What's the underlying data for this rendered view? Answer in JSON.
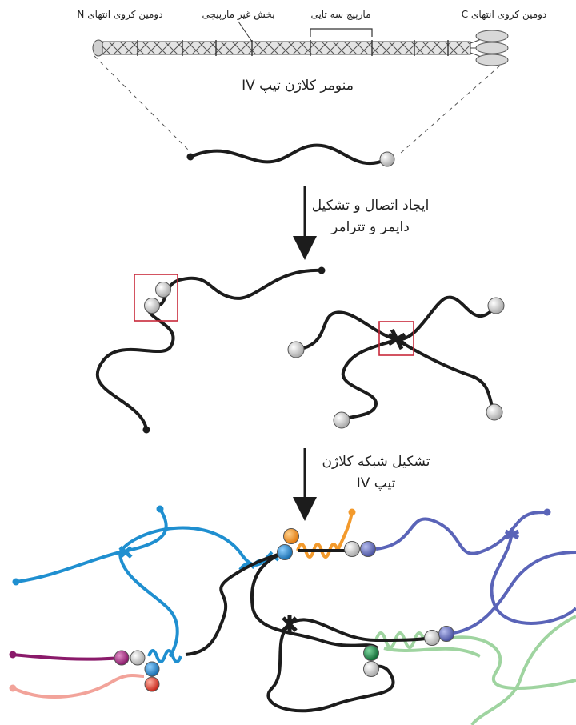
{
  "labels": {
    "n_domain": "دومین کروی انتهای N",
    "nonhelical": "بخش غیر مارپیچی",
    "triple_helix": "مارپیچ سه تایی",
    "c_domain": "دومین کروی انتهای C",
    "monomer": "منومر کلاژن تیپ IV",
    "step1_line1": "ایجاد اتصال و تشکیل",
    "step1_line2": "دایمر و تترامر",
    "step2_line1": "تشکیل شبکه کلاژن",
    "step2_line2": "تیپ IV"
  },
  "colors": {
    "strand": "#1c1c1c",
    "box": "#c8283a",
    "blue": "#1f8fd0",
    "orange": "#f39a2c",
    "navy": "#5a64b8",
    "purple": "#8a1a6a",
    "pink": "#f2a39a",
    "green": "#9fd4a0",
    "ball": "#dcdcdc",
    "red_ball": "#e0443a",
    "green_ball": "#1e8a4a"
  }
}
